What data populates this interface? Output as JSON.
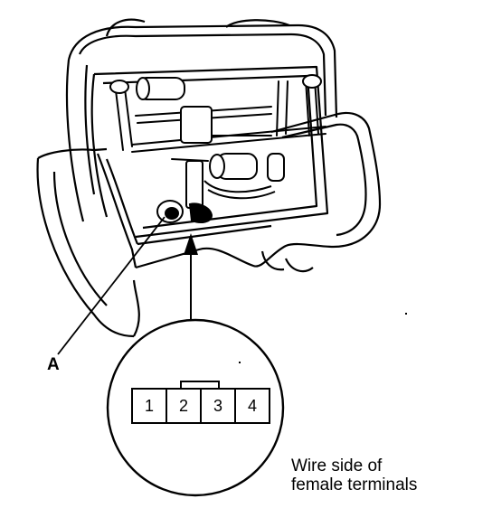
{
  "callout_label": "A",
  "connector": {
    "terminals": [
      "1",
      "2",
      "3",
      "4"
    ]
  },
  "caption": {
    "line1": "Wire side of",
    "line2": "female terminals"
  },
  "colors": {
    "ink": "#000000",
    "paper": "#ffffff"
  }
}
